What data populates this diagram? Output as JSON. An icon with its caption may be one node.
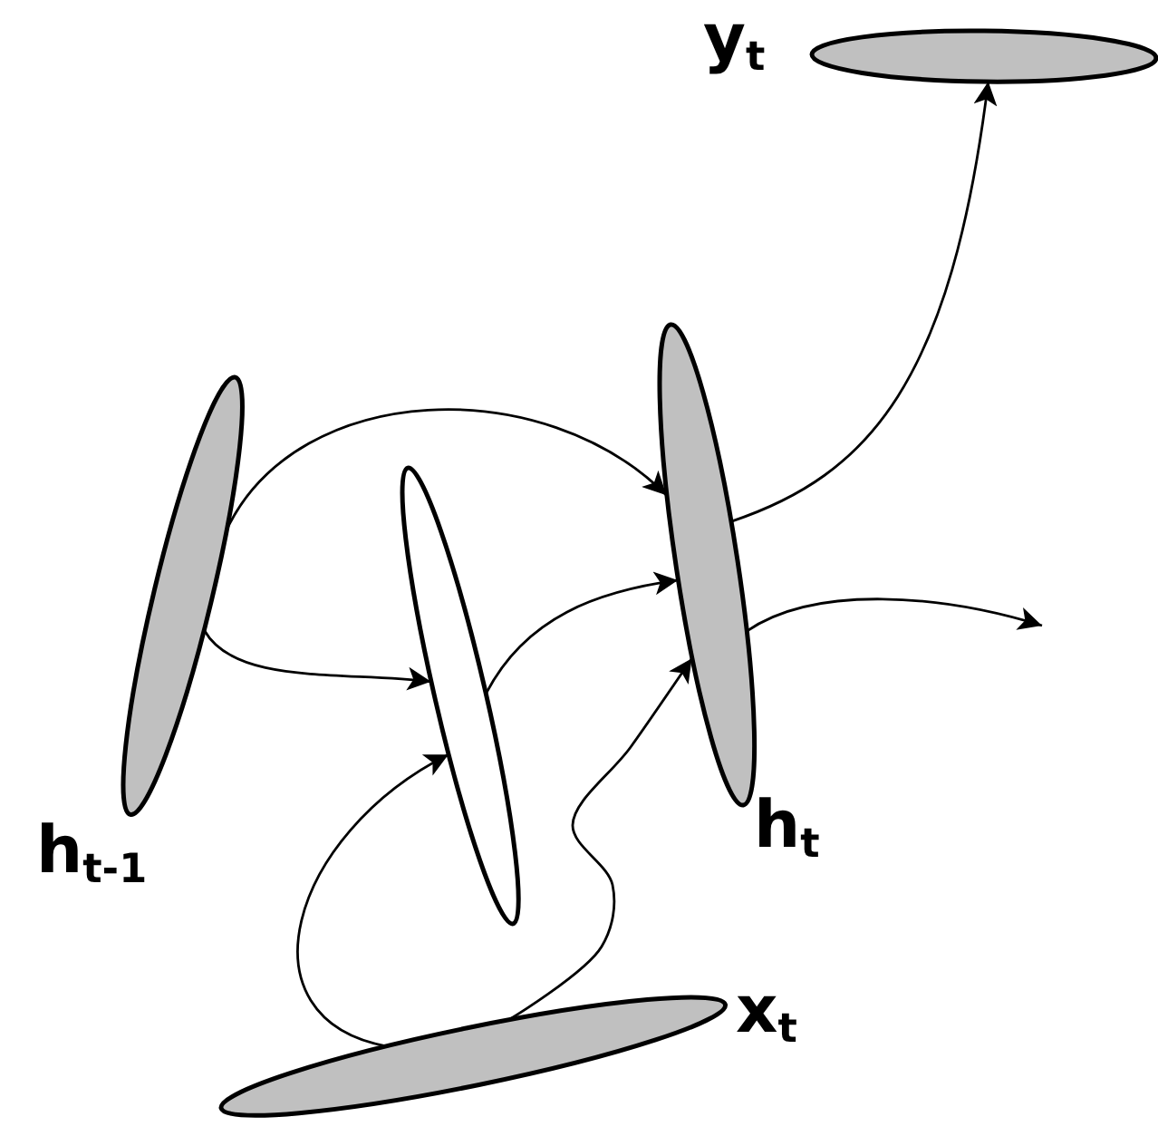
{
  "diagram": {
    "nodes": [
      {
        "text": [
          "h$_{t-1}$"
        ]
      },
      {
        "text": [],
        "shape": "ellipse"
      },
      {
        "text": [
          "h$_{t}$"
        ]
      },
      {
        "text": [
          "y$_{t}$"
        ]
      },
      {
        "text": [
          "x$_{t}$"
        ]
      }
    ],
    "edges": [
      {
        "from": 0,
        "to": 2,
        "arrow": "to"
      },
      {
        "from": 0,
        "to": 1,
        "arrow": "to"
      },
      {
        "from": 1,
        "to": 2,
        "arrow": "to"
      },
      {
        "from": 4,
        "to": 1,
        "arrow": "to"
      },
      {
        "from": 4,
        "to": 2,
        "arrow": "to"
      },
      {
        "from": 2,
        "to": 3,
        "arrow": "to"
      },
      {
        "from": 2,
        "to": null,
        "arrow": "to"
      }
    ]
  }
}
